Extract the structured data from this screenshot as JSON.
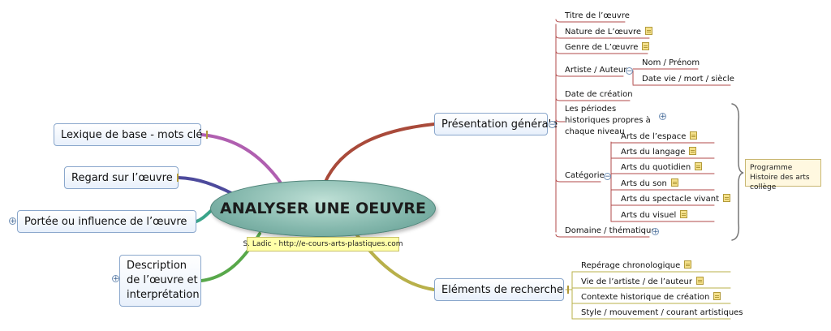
{
  "central": {
    "title": "ANALYSER UNE OEUVRE",
    "credit": "S. Ladic - http://e-cours-arts-plastiques.com"
  },
  "left": {
    "lexique": "Lexique de base - mots clé",
    "regard": "Regard sur l’œuvre",
    "portee": "Portée ou influence de l’œuvre",
    "description": "Description de l’œuvre et interprétation"
  },
  "presentation": {
    "label": "Présentation générale",
    "titre": "Titre de l’œuvre",
    "nature": "Nature de L’œuvre",
    "genre": "Genre de L’œuvre",
    "artiste": "Artiste / Auteur",
    "nom": "Nom / Prénom",
    "date_vie": "Date vie / mort / siècle",
    "date_creation": "Date de création",
    "periodes": "Les périodes historiques propres à chaque niveau",
    "categorie": "Catégorie",
    "categories": [
      "Arts de l’espace",
      "Arts du langage",
      "Arts du quotidien",
      "Arts du son",
      "Arts du spectacle vivant",
      "Arts du visuel"
    ],
    "domaine": "Domaine / thématique",
    "programme": "Programme Histoire des arts collège"
  },
  "recherche": {
    "label": "Eléments de recherche",
    "items": [
      "Repérage chronologique",
      "Vie de l’artiste / de l’auteur",
      "Contexte historique de création",
      "Style / mouvement / courant artistiques"
    ]
  },
  "colors": {
    "presentation": "#a94a3a",
    "recherche": "#b8b04a",
    "lexique": "#b05fb0",
    "regard": "#4d4a9c",
    "portee": "#3aa48a",
    "description": "#58a84a",
    "leaf_line": "#b24a4a",
    "recherche_line": "#b8b04a",
    "box_border": "#8aa7cc"
  }
}
